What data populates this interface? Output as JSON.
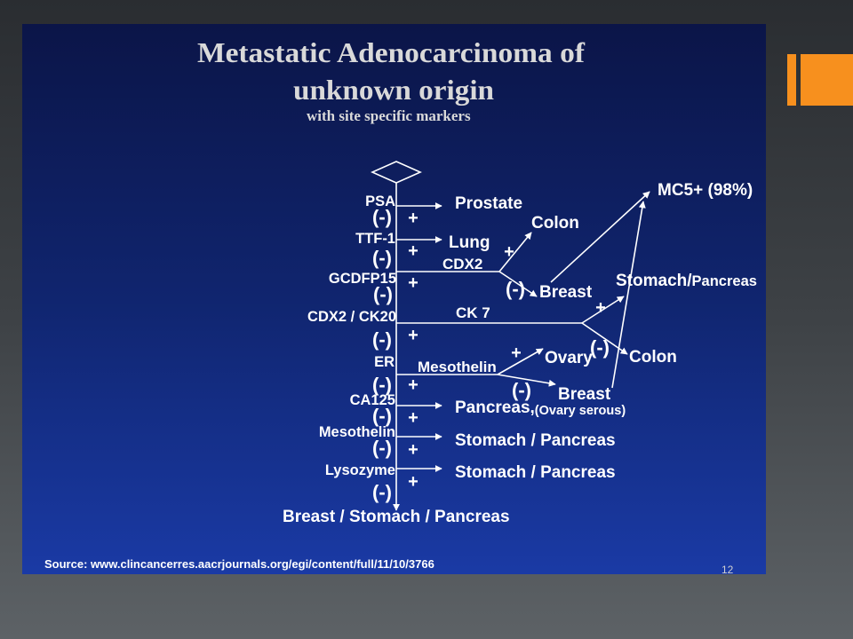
{
  "slide": {
    "title_line1": "Metastatic Adenocarcinoma of",
    "title_line2": "unknown origin",
    "subtitle": "with site specific markers",
    "source": "Source: www.clincancerres.aacrjournals.org/egi/content/full/11/10/3766",
    "page_number": "12"
  },
  "diagram": {
    "positive_sign": "+",
    "negative_sign": "(-)",
    "markers": [
      "PSA",
      "TTF-1",
      "GCDFP15",
      "CDX2 / CK20",
      "ER",
      "CA125",
      "Mesothelin",
      "Lysozyme"
    ],
    "results": {
      "psa": "Prostate",
      "ttf1": "Lung",
      "ca125": "Pancreas,",
      "ca125_note": "(Ovary serous)",
      "mesothelin": "Stomach / Pancreas",
      "lysozyme": "Stomach / Pancreas",
      "all_negative": "Breast / Stomach / Pancreas"
    },
    "branches": {
      "cdx2": {
        "label": "CDX2",
        "positive": "Colon",
        "negative": "Breast"
      },
      "ck7": {
        "label": "CK 7",
        "positive": "Stomach/",
        "positive_small": "Pancreas",
        "negative": "Colon"
      },
      "mesothelin": {
        "label": "Mesothelin",
        "positive": "Ovary",
        "negative": "Breast"
      }
    },
    "convergence": "MC5+ (98%)"
  },
  "colors": {
    "accent": "#f7901e",
    "slide_top": "#0b1548",
    "slide_bottom": "#1a3aa5",
    "text": "#ffffff",
    "title_text": "#d9d9d9"
  }
}
